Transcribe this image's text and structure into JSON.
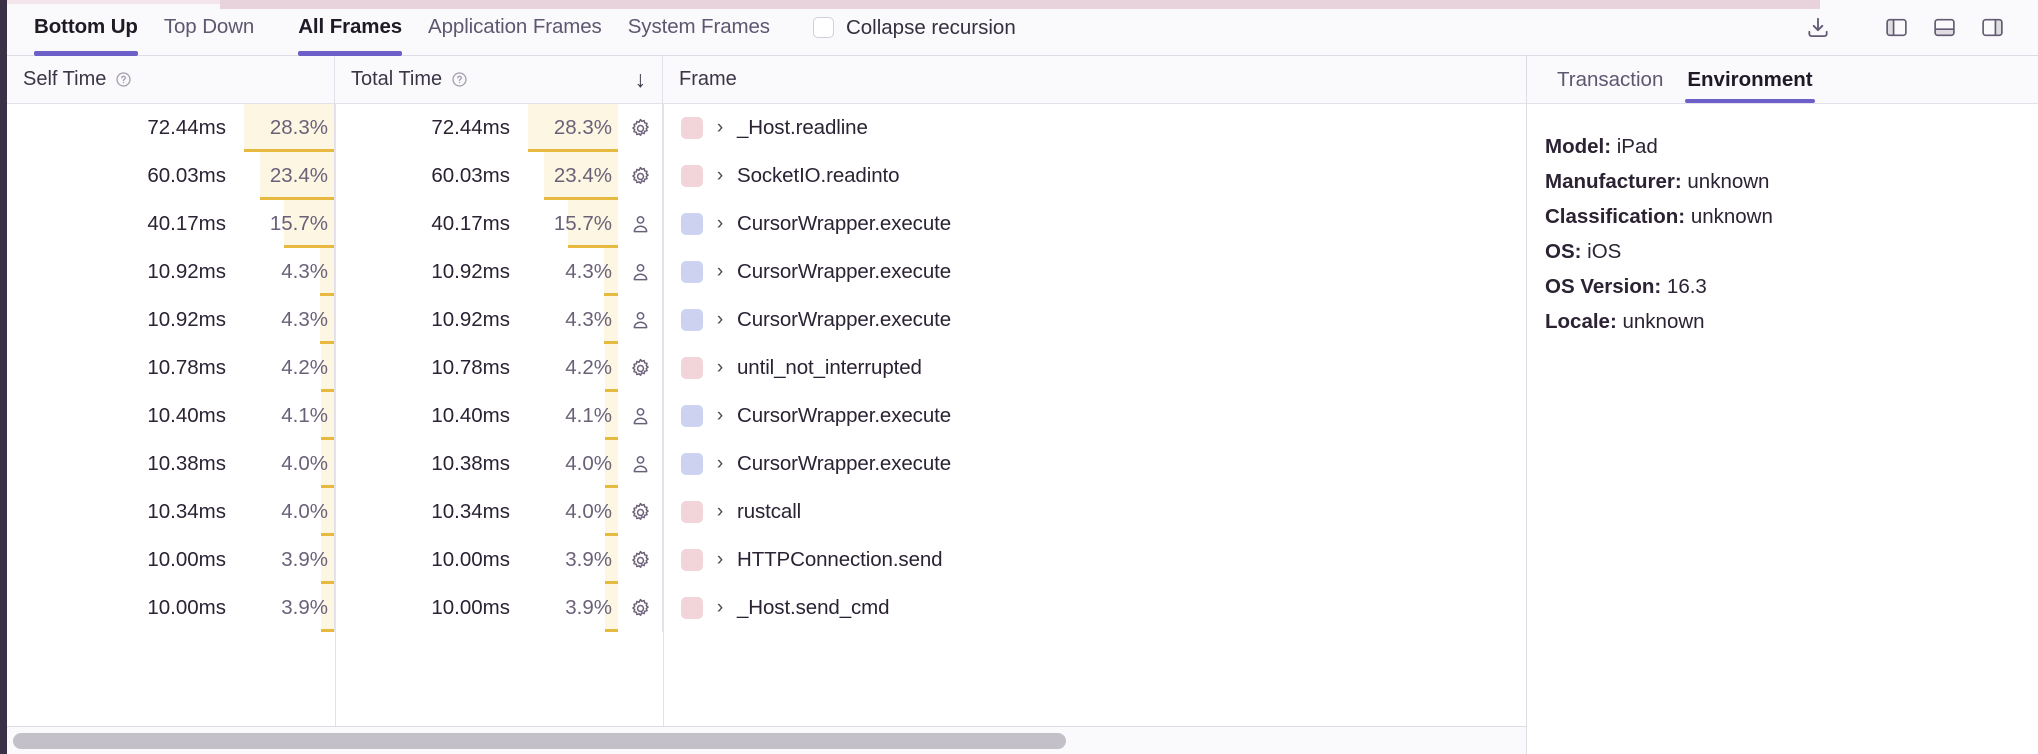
{
  "toolbar": {
    "tabs_view": [
      {
        "label": "Bottom Up",
        "active": true
      },
      {
        "label": "Top Down",
        "active": false
      }
    ],
    "tabs_frames": [
      {
        "label": "All Frames",
        "active": true
      },
      {
        "label": "Application Frames",
        "active": false
      },
      {
        "label": "System Frames",
        "active": false
      }
    ],
    "collapse_recursion": {
      "label": "Collapse recursion",
      "checked": false
    },
    "actions": [
      {
        "name": "download-icon",
        "title": "Download"
      },
      {
        "name": "panel-left-icon",
        "title": "Left panel"
      },
      {
        "name": "panel-bottom-icon",
        "title": "Bottom panel"
      },
      {
        "name": "panel-right-icon",
        "title": "Right panel"
      }
    ]
  },
  "table": {
    "columns": [
      {
        "key": "self_time",
        "label": "Self Time",
        "help": true,
        "sorted": false
      },
      {
        "key": "total_time",
        "label": "Total Time",
        "help": true,
        "sorted": true,
        "sort_dir": "desc"
      },
      {
        "key": "frame",
        "label": "Frame",
        "help": false,
        "sorted": false
      }
    ],
    "sort_arrow": "↓",
    "chevron": "›",
    "rows": [
      {
        "self_ms": "72.44ms",
        "self_pct": "28.3%",
        "self_pct_value": 28.3,
        "total_ms": "72.44ms",
        "total_pct": "28.3%",
        "total_pct_value": 28.3,
        "kind": "system",
        "frame": "_Host.readline"
      },
      {
        "self_ms": "60.03ms",
        "self_pct": "23.4%",
        "self_pct_value": 23.4,
        "total_ms": "60.03ms",
        "total_pct": "23.4%",
        "total_pct_value": 23.4,
        "kind": "system",
        "frame": "SocketIO.readinto"
      },
      {
        "self_ms": "40.17ms",
        "self_pct": "15.7%",
        "self_pct_value": 15.7,
        "total_ms": "40.17ms",
        "total_pct": "15.7%",
        "total_pct_value": 15.7,
        "kind": "application",
        "frame": "CursorWrapper.execute"
      },
      {
        "self_ms": "10.92ms",
        "self_pct": "4.3%",
        "self_pct_value": 4.3,
        "total_ms": "10.92ms",
        "total_pct": "4.3%",
        "total_pct_value": 4.3,
        "kind": "application",
        "frame": "CursorWrapper.execute"
      },
      {
        "self_ms": "10.92ms",
        "self_pct": "4.3%",
        "self_pct_value": 4.3,
        "total_ms": "10.92ms",
        "total_pct": "4.3%",
        "total_pct_value": 4.3,
        "kind": "application",
        "frame": "CursorWrapper.execute"
      },
      {
        "self_ms": "10.78ms",
        "self_pct": "4.2%",
        "self_pct_value": 4.2,
        "total_ms": "10.78ms",
        "total_pct": "4.2%",
        "total_pct_value": 4.2,
        "kind": "system",
        "frame": "until_not_interrupted"
      },
      {
        "self_ms": "10.40ms",
        "self_pct": "4.1%",
        "self_pct_value": 4.1,
        "total_ms": "10.40ms",
        "total_pct": "4.1%",
        "total_pct_value": 4.1,
        "kind": "application",
        "frame": "CursorWrapper.execute"
      },
      {
        "self_ms": "10.38ms",
        "self_pct": "4.0%",
        "self_pct_value": 4.0,
        "total_ms": "10.38ms",
        "total_pct": "4.0%",
        "total_pct_value": 4.0,
        "kind": "application",
        "frame": "CursorWrapper.execute"
      },
      {
        "self_ms": "10.34ms",
        "self_pct": "4.0%",
        "self_pct_value": 4.0,
        "total_ms": "10.34ms",
        "total_pct": "4.0%",
        "total_pct_value": 4.0,
        "kind": "system",
        "frame": "rustcall"
      },
      {
        "self_ms": "10.00ms",
        "self_pct": "3.9%",
        "self_pct_value": 3.9,
        "total_ms": "10.00ms",
        "total_pct": "3.9%",
        "total_pct_value": 3.9,
        "kind": "system",
        "frame": "HTTPConnection.send"
      },
      {
        "self_ms": "10.00ms",
        "self_pct": "3.9%",
        "self_pct_value": 3.9,
        "total_ms": "10.00ms",
        "total_pct": "3.9%",
        "total_pct_value": 3.9,
        "kind": "system",
        "frame": "_Host.send_cmd"
      }
    ]
  },
  "details": {
    "tabs": [
      {
        "label": "Transaction",
        "active": false
      },
      {
        "label": "Environment",
        "active": true
      }
    ],
    "environment": [
      {
        "key": "Model:",
        "value": "iPad"
      },
      {
        "key": "Manufacturer:",
        "value": "unknown"
      },
      {
        "key": "Classification:",
        "value": "unknown"
      },
      {
        "key": "OS:",
        "value": "iOS"
      },
      {
        "key": "OS Version:",
        "value": "16.3"
      },
      {
        "key": "Locale:",
        "value": "unknown"
      }
    ]
  },
  "colors": {
    "accent": "#6c5fc7",
    "system_swatch": "#f2d5d8",
    "application_swatch": "#ccd2f0",
    "pct_bg": "#fdf6e3",
    "pct_bar": "#e8b93f",
    "flame_strip": "#e8d3dc"
  }
}
